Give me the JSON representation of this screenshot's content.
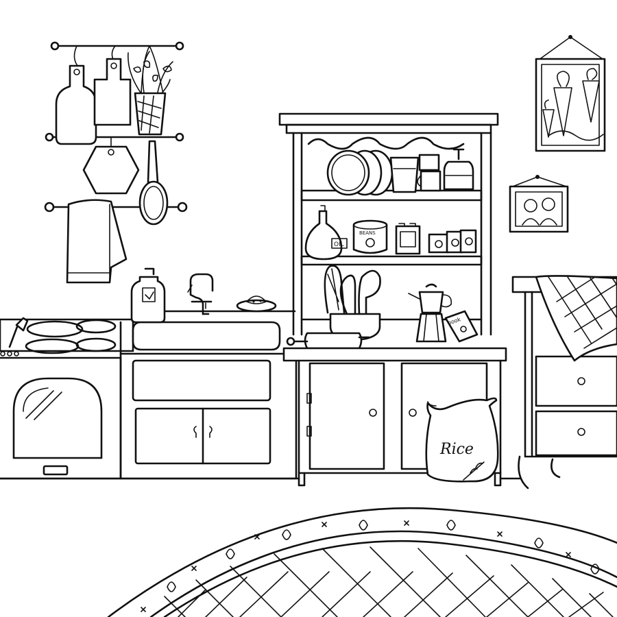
{
  "colors": {
    "ink": "#111111",
    "paper": "#ffffff"
  },
  "labels": {
    "oil_bottle": "OIL",
    "canister": "BEANS",
    "book": "book",
    "rice_sack": "Rice"
  }
}
